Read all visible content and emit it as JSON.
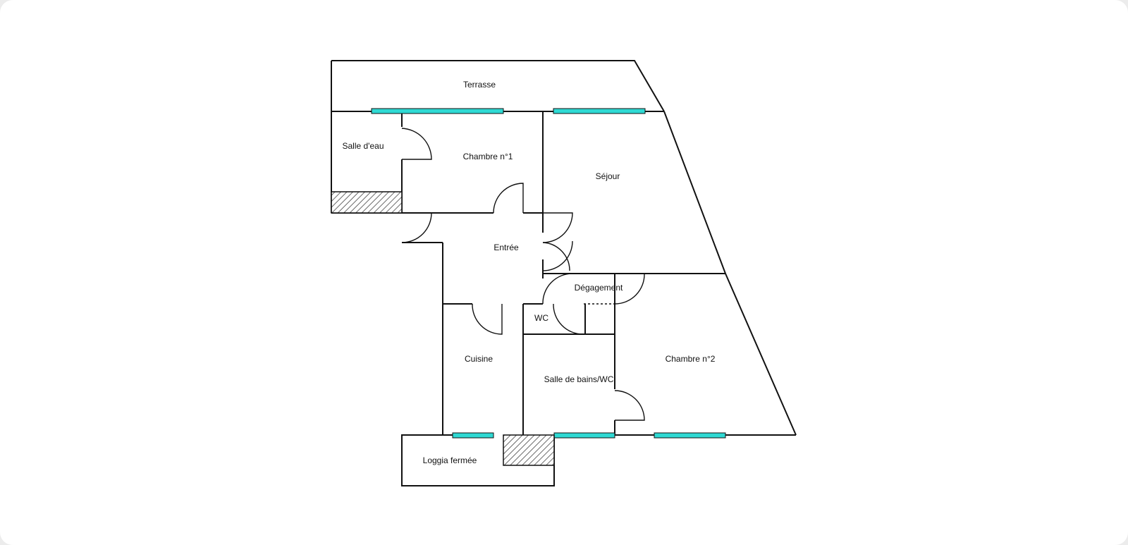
{
  "plan": {
    "rooms": {
      "terrasse": "Terrasse",
      "salle_eau": "Salle d'eau",
      "chambre1": "Chambre n°1",
      "sejour": "Séjour",
      "entree": "Entrée",
      "degagement": "Dégagement",
      "wc": "WC",
      "cuisine": "Cuisine",
      "salle_bains": "Salle de bains/WC",
      "chambre2": "Chambre n°2",
      "loggia": "Loggia fermée"
    },
    "colors": {
      "wall": "#111111",
      "window": "#2fd9d3",
      "background": "#ffffff"
    }
  }
}
